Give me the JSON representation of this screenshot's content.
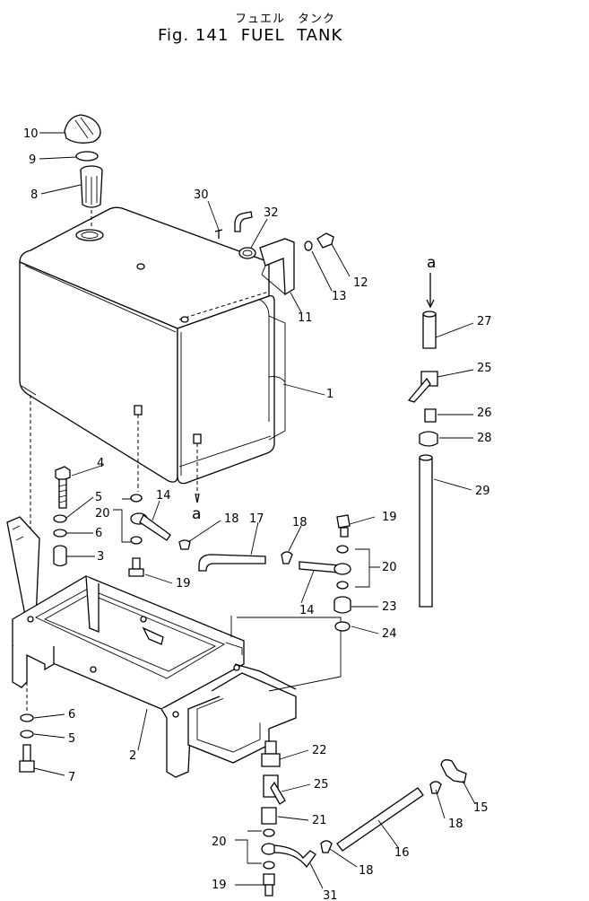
{
  "title_jp": "フュエル　タンク",
  "title": "Fig. 141  FUEL  TANK",
  "callouts": {
    "c1": "1",
    "c2": "2",
    "c3": "3",
    "c4": "4",
    "c5a": "5",
    "c5b": "5",
    "c6a": "6",
    "c6b": "6",
    "c7": "7",
    "c8": "8",
    "c9": "9",
    "c10": "10",
    "c11": "11",
    "c12": "12",
    "c13": "13",
    "c14a": "14",
    "c14b": "14",
    "c15": "15",
    "c16": "16",
    "c17": "17",
    "c18a": "18",
    "c18b": "18",
    "c18c": "18",
    "c18d": "18",
    "c19a": "19",
    "c19b": "19",
    "c19c": "19",
    "c20a": "20",
    "c20b": "20",
    "c20c": "20",
    "c21": "21",
    "c22": "22",
    "c23": "23",
    "c24": "24",
    "c25a": "25",
    "c25b": "25",
    "c26": "26",
    "c27": "27",
    "c28": "28",
    "c29": "29",
    "c30": "30",
    "c31": "31",
    "c32": "32",
    "ref_a1": "a",
    "ref_a2": "a"
  }
}
